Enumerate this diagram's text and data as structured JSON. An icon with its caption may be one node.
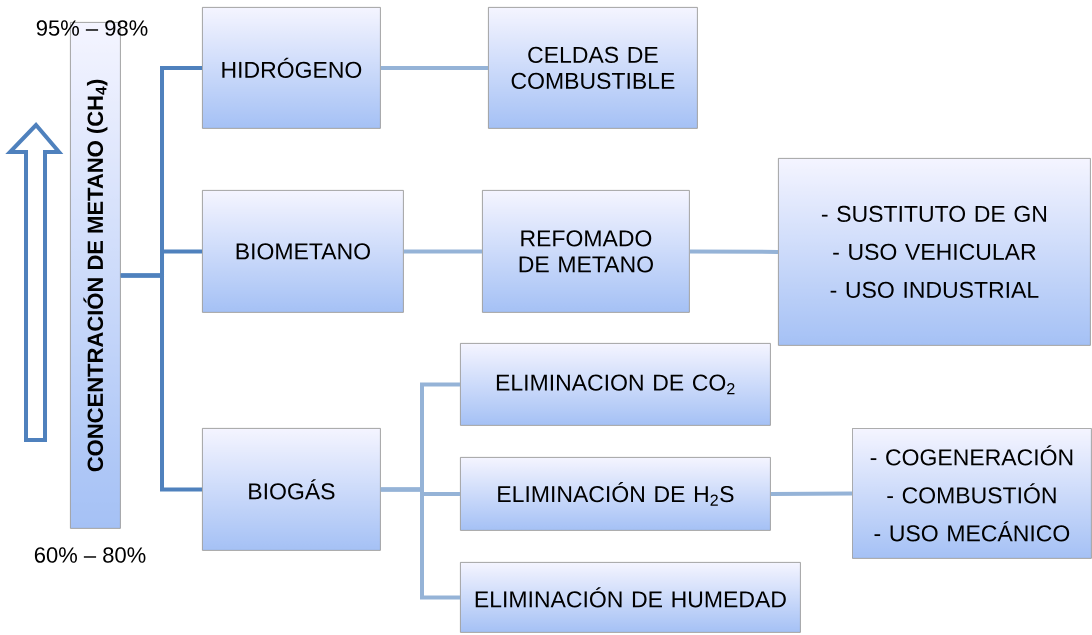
{
  "diagram": {
    "nodes": [
      {
        "text": [
          "CONCENTRACIÓN DE METANO (CH$_{4}$)"
        ]
      },
      {
        "text": [
          "HIDRÓGENO"
        ]
      },
      {
        "text": [
          "CELDAS DE COMBUSTIBLE"
        ]
      },
      {
        "text": [
          "BIOMETANO"
        ]
      },
      {
        "text": [
          "REFOMADO DE METANO"
        ]
      },
      {
        "text": [
          "- SUSTITUTO DE GN",
          "- USO VEHICULAR",
          "- USO INDUSTRIAL"
        ]
      },
      {
        "text": [
          "BIOGÁS"
        ]
      },
      {
        "text": [
          "ELIMINACION DE CO$_{2}$"
        ]
      },
      {
        "text": [
          "ELIMINACIÓN DE H$_{2}$S"
        ]
      },
      {
        "text": [
          "ELIMINACIÓN DE HUMEDAD"
        ]
      },
      {
        "text": [
          "- COGENERACIÓN",
          "- COMBUSTIÓN",
          "- USO MECÁNICO"
        ]
      }
    ],
    "edges": [
      {
        "from": 0,
        "to": 1,
        "arrow": "none",
        "color": "#4f81bd"
      },
      {
        "from": 0,
        "to": 3,
        "arrow": "none",
        "color": "#4f81bd"
      },
      {
        "from": 0,
        "to": 6,
        "arrow": "none",
        "color": "#4f81bd"
      },
      {
        "from": 1,
        "to": 2,
        "arrow": "none"
      },
      {
        "from": 3,
        "to": 4,
        "arrow": "none"
      },
      {
        "from": 4,
        "to": 5,
        "arrow": "none"
      },
      {
        "from": 6,
        "to": 7,
        "arrow": "none"
      },
      {
        "from": 6,
        "to": 8,
        "arrow": "none"
      },
      {
        "from": 6,
        "to": 9,
        "arrow": "none"
      },
      {
        "from": 8,
        "to": 10,
        "arrow": "none"
      }
    ],
    "labels": [
      "95% – 98%",
      "60% – 80%"
    ]
  }
}
